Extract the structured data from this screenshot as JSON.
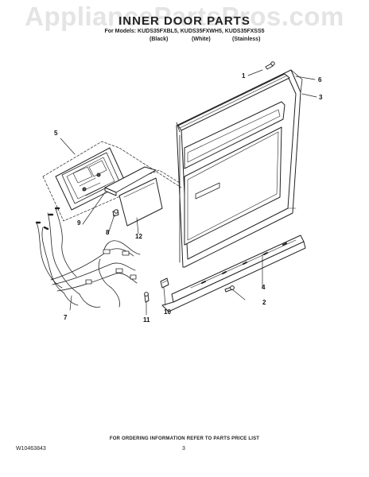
{
  "watermark": "AppliancePartsPros.com",
  "title": "INNER DOOR PARTS",
  "models_line": "For Models: KUDS35FXBL5, KUDS35FXWH5, KUDS35FXSS5",
  "finishes": [
    "(Black)",
    "(White)",
    "(Stainless)"
  ],
  "callouts": [
    "1",
    "2",
    "3",
    "4",
    "5",
    "6",
    "7",
    "8",
    "9",
    "10",
    "11",
    "12"
  ],
  "footer": {
    "ordering_note": "FOR ORDERING INFORMATION REFER TO PARTS PRICE LIST",
    "document_number": "W10463843",
    "page_number": "3"
  }
}
